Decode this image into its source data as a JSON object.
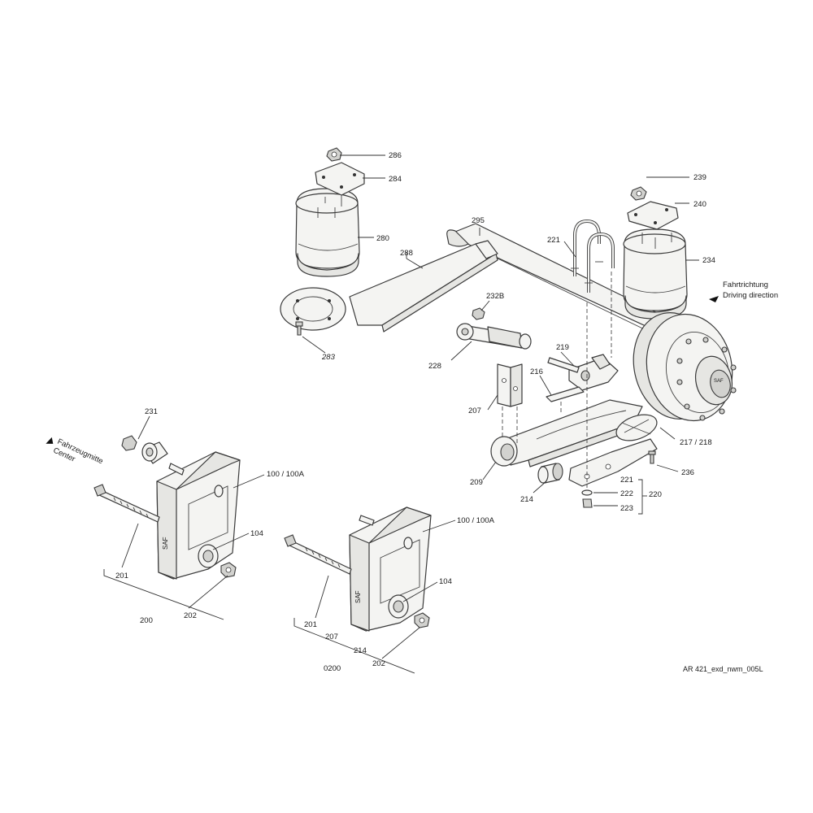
{
  "labels": {
    "l286": "286",
    "l284": "284",
    "l280": "280",
    "l288": "288",
    "l295": "295",
    "l283": "283",
    "l232b": "232B",
    "l228": "228",
    "l221top": "221",
    "l239": "239",
    "l240": "240",
    "l234": "234",
    "l219": "219",
    "l216": "216",
    "l207": "207",
    "l209": "209",
    "l214": "214",
    "l217": "217 / 218",
    "l236": "236",
    "l221": "221",
    "l222": "222",
    "l223": "223",
    "l220": "220",
    "l231": "231",
    "l100a": "100 / 100A",
    "l104a": "104",
    "l201a": "201",
    "l202a": "202",
    "l200": "200",
    "l100b": "100 / 100A",
    "l104b": "104",
    "l201b": "201",
    "l202b": "202",
    "l207b": "207",
    "l214b": "214",
    "l0200": "0200"
  },
  "driving_direction": {
    "de": "Fahrtrichtung",
    "en": "Driving direction"
  },
  "center": {
    "de": "Fahrzeugmitte",
    "en": "Center"
  },
  "brand_mark": "SAF",
  "drawing_id": "AR 421_exd_nwm_005L"
}
